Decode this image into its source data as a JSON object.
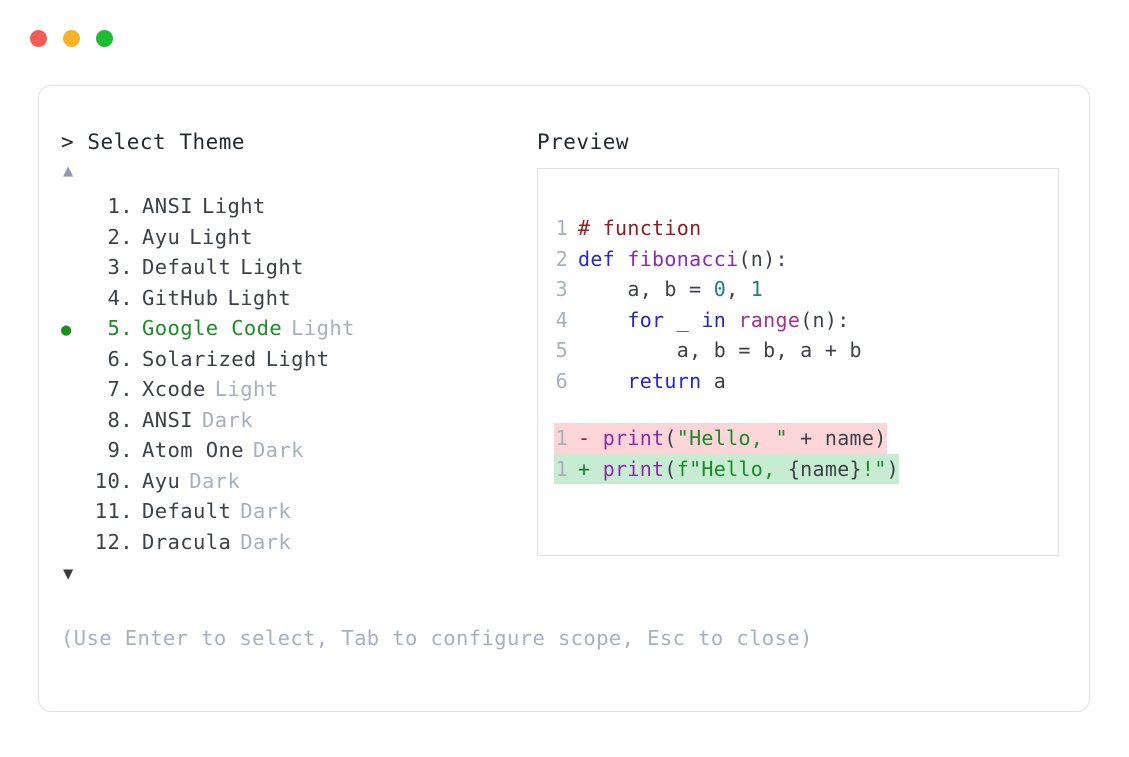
{
  "window": {
    "controls": [
      {
        "name": "close",
        "color": "#f45b52"
      },
      {
        "name": "minimize",
        "color": "#f5b327"
      },
      {
        "name": "maximize",
        "color": "#1fbd32"
      }
    ]
  },
  "prompt": {
    "caret": ">",
    "title": "Select Theme"
  },
  "scroll": {
    "up_arrow": "▲",
    "down_arrow": "▼"
  },
  "themes": {
    "selected_index": 5,
    "selected_bullet": "●",
    "accent_color": "#1a9022",
    "items": [
      {
        "number": "1.",
        "name": "ANSI",
        "variant": "Light",
        "variant_muted": false,
        "selected": false
      },
      {
        "number": "2.",
        "name": "Ayu",
        "variant": "Light",
        "variant_muted": false,
        "selected": false
      },
      {
        "number": "3.",
        "name": "Default",
        "variant": "Light",
        "variant_muted": false,
        "selected": false
      },
      {
        "number": "4.",
        "name": "GitHub",
        "variant": "Light",
        "variant_muted": false,
        "selected": false
      },
      {
        "number": "5.",
        "name": "Google Code",
        "variant": "Light",
        "variant_muted": true,
        "selected": true
      },
      {
        "number": "6.",
        "name": "Solarized",
        "variant": "Light",
        "variant_muted": false,
        "selected": false
      },
      {
        "number": "7.",
        "name": "Xcode",
        "variant": "Light",
        "variant_muted": true,
        "selected": false
      },
      {
        "number": "8.",
        "name": "ANSI",
        "variant": "Dark",
        "variant_muted": true,
        "selected": false
      },
      {
        "number": "9.",
        "name": "Atom One",
        "variant": "Dark",
        "variant_muted": true,
        "selected": false
      },
      {
        "number": "10.",
        "name": "Ayu",
        "variant": "Dark",
        "variant_muted": true,
        "selected": false
      },
      {
        "number": "11.",
        "name": "Default",
        "variant": "Dark",
        "variant_muted": true,
        "selected": false
      },
      {
        "number": "12.",
        "name": "Dracula",
        "variant": "Dark",
        "variant_muted": true,
        "selected": false
      }
    ]
  },
  "preview": {
    "label": "Preview",
    "code_lines": [
      {
        "lineno": "1",
        "tokens": [
          {
            "t": "# function",
            "c": "tok-comment"
          }
        ]
      },
      {
        "lineno": "2",
        "tokens": [
          {
            "t": "def ",
            "c": "tok-kw"
          },
          {
            "t": "fibonacci",
            "c": "tok-fn"
          },
          {
            "t": "(n):",
            "c": "tok-punc"
          }
        ]
      },
      {
        "lineno": "3",
        "tokens": [
          {
            "t": "    a, b = ",
            "c": "tok-plain"
          },
          {
            "t": "0",
            "c": "tok-num"
          },
          {
            "t": ", ",
            "c": "tok-plain"
          },
          {
            "t": "1",
            "c": "tok-num"
          }
        ]
      },
      {
        "lineno": "4",
        "tokens": [
          {
            "t": "    ",
            "c": "tok-plain"
          },
          {
            "t": "for",
            "c": "tok-kw"
          },
          {
            "t": " _ ",
            "c": "tok-plain"
          },
          {
            "t": "in",
            "c": "tok-kw"
          },
          {
            "t": " ",
            "c": "tok-plain"
          },
          {
            "t": "range",
            "c": "tok-builtin"
          },
          {
            "t": "(n):",
            "c": "tok-punc"
          }
        ]
      },
      {
        "lineno": "5",
        "tokens": [
          {
            "t": "        a, b = b, a + b",
            "c": "tok-plain"
          }
        ]
      },
      {
        "lineno": "6",
        "tokens": [
          {
            "t": "    ",
            "c": "tok-plain"
          },
          {
            "t": "return",
            "c": "tok-kw"
          },
          {
            "t": " a",
            "c": "tok-plain"
          }
        ]
      }
    ],
    "diff_lines": [
      {
        "lineno": "1",
        "kind": "del",
        "marker": "-",
        "tokens": [
          {
            "t": "print",
            "c": "tok-call"
          },
          {
            "t": "(",
            "c": "tok-punc"
          },
          {
            "t": "\"Hello, \"",
            "c": "tok-str"
          },
          {
            "t": " + name)",
            "c": "tok-plain"
          }
        ]
      },
      {
        "lineno": "1",
        "kind": "add",
        "marker": "+",
        "tokens": [
          {
            "t": "print",
            "c": "tok-call"
          },
          {
            "t": "(",
            "c": "tok-punc"
          },
          {
            "t": "f\"Hello, ",
            "c": "tok-str"
          },
          {
            "t": "{name}",
            "c": "tok-plain"
          },
          {
            "t": "!\"",
            "c": "tok-str"
          },
          {
            "t": ")",
            "c": "tok-punc"
          }
        ]
      }
    ]
  },
  "footer": {
    "hint": "(Use Enter to select, Tab to configure scope, Esc to close)"
  }
}
